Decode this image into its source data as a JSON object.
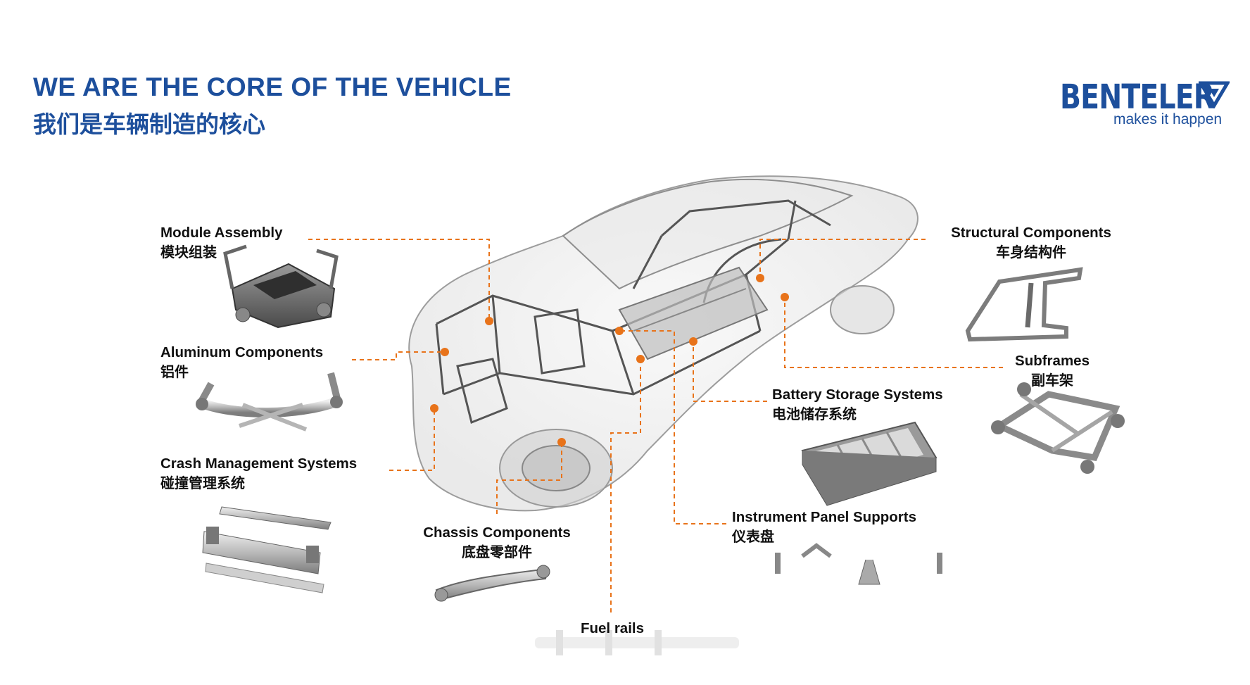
{
  "header": {
    "title_en": "WE ARE THE CORE OF THE VEHICLE",
    "title_zh": "我们是车辆制造的核心"
  },
  "logo": {
    "brand": "BENTELER",
    "tagline": "makes it happen"
  },
  "components": [
    {
      "en": "Module Assembly",
      "zh": "模块组装"
    },
    {
      "en": "Aluminum Components",
      "zh": "铝件"
    },
    {
      "en": "Crash Management Systems",
      "zh": "碰撞管理系统"
    },
    {
      "en": "Chassis Components",
      "zh": "底盘零部件"
    },
    {
      "en": "Fuel rails",
      "zh": ""
    },
    {
      "en": "Structural Components",
      "zh": "车身结构件"
    },
    {
      "en": "Subframes",
      "zh": "副车架"
    },
    {
      "en": "Battery Storage Systems",
      "zh": "电池储存系统"
    },
    {
      "en": "Instrument Panel Supports",
      "zh": "仪表盘"
    }
  ],
  "colors": {
    "brand_blue": "#1d4f9c",
    "leader_orange": "#e8731a"
  }
}
